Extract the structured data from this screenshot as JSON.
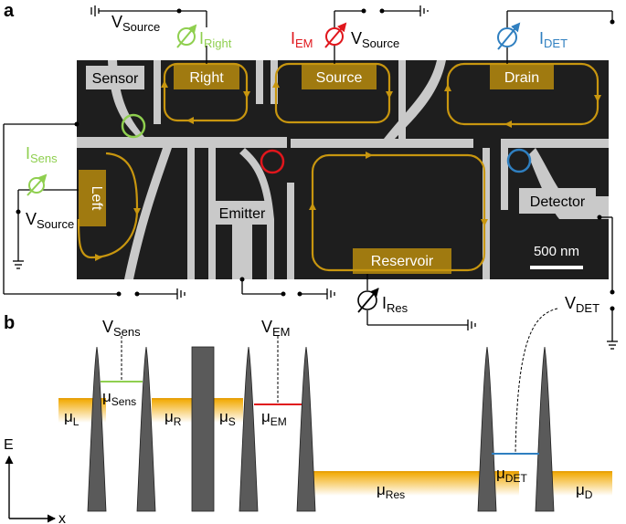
{
  "panels": {
    "a": "a",
    "b": "b"
  },
  "device": {
    "gates": {
      "sensor": "Sensor",
      "right": "Right",
      "source": "Source",
      "drain": "Drain",
      "left": "Left",
      "emitter": "Emitter",
      "detector": "Detector",
      "reservoir": "Reservoir"
    },
    "scale_bar": "500 nm",
    "dots": [
      {
        "role": "sensor",
        "color": "#8fcf4f"
      },
      {
        "role": "emitter",
        "color": "#e0161c"
      },
      {
        "role": "detector",
        "color": "#2f7fc0"
      }
    ]
  },
  "circuit": {
    "v_source": {
      "main": "V",
      "sub": "Source"
    },
    "i_right": {
      "main": "I",
      "sub": "Right",
      "color": "#8fcf4f"
    },
    "i_em": {
      "main": "I",
      "sub": "EM",
      "color": "#e0161c"
    },
    "i_det": {
      "main": "I",
      "sub": "DET",
      "color": "#2f7fc0"
    },
    "i_sens": {
      "main": "I",
      "sub": "Sens",
      "color": "#8fcf4f"
    },
    "i_res": {
      "main": "I",
      "sub": "Res",
      "color": "#000000"
    },
    "v_det": {
      "main": "V",
      "sub": "DET"
    }
  },
  "energy": {
    "axis_e": "E",
    "axis_x": "x",
    "v_sens": {
      "main": "V",
      "sub": "Sens"
    },
    "v_em": {
      "main": "V",
      "sub": "EM"
    },
    "mu_l": {
      "main": "μ",
      "sub": "L"
    },
    "mu_sens": {
      "main": "μ",
      "sub": "Sens"
    },
    "mu_r": {
      "main": "μ",
      "sub": "R"
    },
    "mu_s": {
      "main": "μ",
      "sub": "S"
    },
    "mu_em": {
      "main": "μ",
      "sub": "EM"
    },
    "mu_res": {
      "main": "μ",
      "sub": "Res"
    },
    "mu_det": {
      "main": "μ",
      "sub": "DET"
    },
    "mu_d": {
      "main": "μ",
      "sub": "D"
    },
    "colors": {
      "fermi": "#e8a20c",
      "sens_level": "#8fcf4f",
      "em_level": "#e0161c",
      "det_level": "#2f7fc0",
      "barrier": "#5a5a5a",
      "gate_box": "#a07a10"
    }
  }
}
